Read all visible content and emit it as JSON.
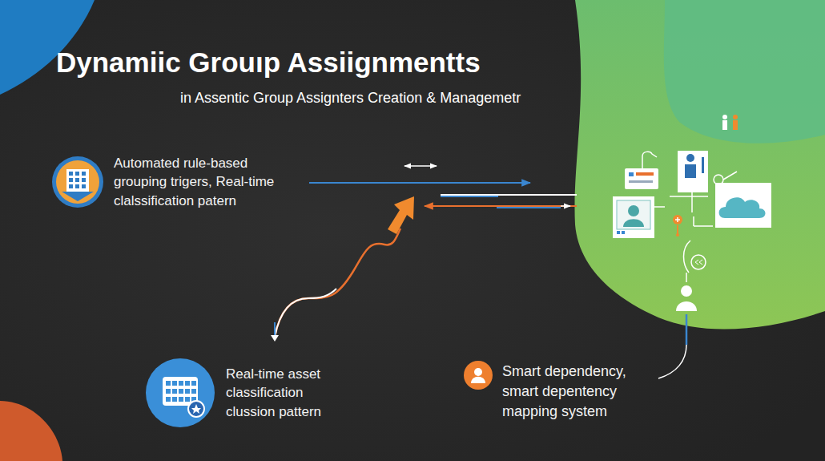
{
  "diagram": {
    "title": "Dynamiic Grouıp Assiignmentts",
    "nodes": [
      {
        "text": [
          "Automated rule-based grouping trigers, Real-time clalssification patern"
        ]
      },
      {
        "text": [
          "Real-time asset classification clussion pattern"
        ]
      },
      {
        "text": [
          "Smart dependency, smart depentency mapping system"
        ]
      }
    ],
    "labels": [
      "in Assentic Group Assignters Creation & Managemetr"
    ]
  }
}
